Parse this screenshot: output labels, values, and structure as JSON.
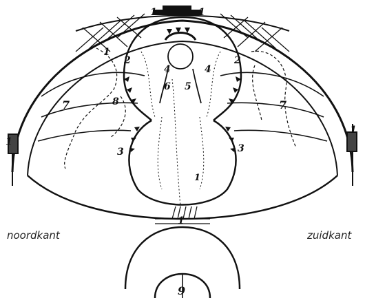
{
  "captions": {
    "north": "noordkant",
    "south": "zuidkant"
  },
  "numbers": {
    "n1": "1",
    "n2": "2",
    "n3": "3",
    "n4": "4",
    "n5": "5",
    "n6": "6",
    "n7": "7",
    "n8": "8",
    "n9": "9"
  },
  "colors": {
    "ink": "#111111",
    "paper": "#ffffff"
  }
}
